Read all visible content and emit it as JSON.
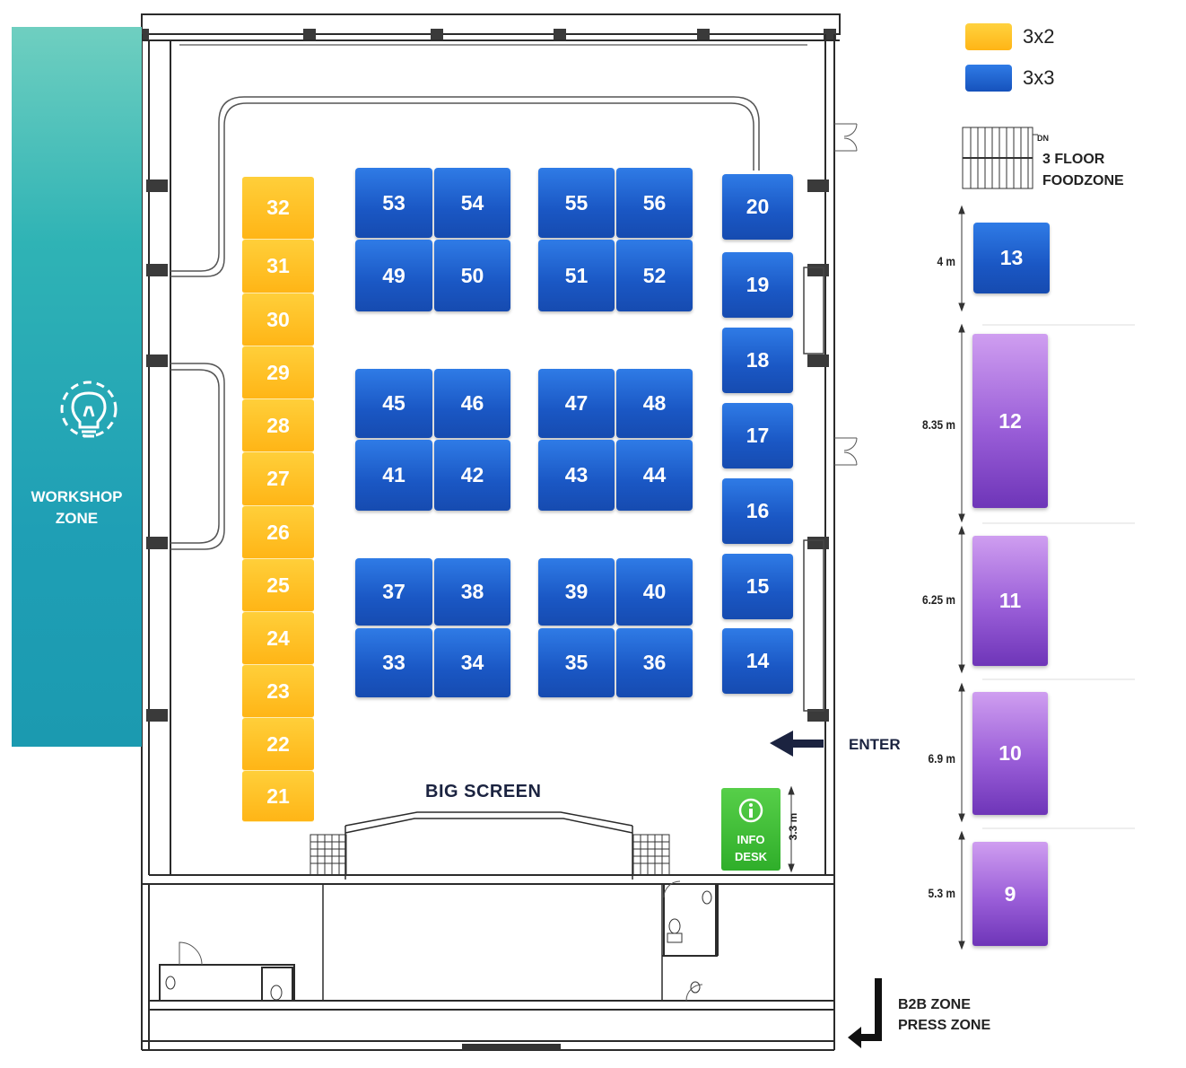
{
  "legend": [
    {
      "label": "3x2",
      "color": "#ffbe1f"
    },
    {
      "label": "3x3",
      "color": "#1f63d2"
    }
  ],
  "stairs": {
    "direction": "DN",
    "label_line1": "3 FLOOR",
    "label_line2": "FOODZONE"
  },
  "workshop": {
    "line1": "WORKSHOP",
    "line2": "ZONE",
    "icon": "lightbulb-gear-icon"
  },
  "big_screen": "BIG SCREEN",
  "enter": "ENTER",
  "info_desk": {
    "icon": "info-icon",
    "line1": "INFO",
    "line2": "DESK",
    "dimension": "3.3 m"
  },
  "exit_zones": {
    "line1": "B2B ZONE",
    "line2": "PRESS ZONE"
  },
  "booths_3x2": [
    "32",
    "31",
    "30",
    "29",
    "28",
    "27",
    "26",
    "25",
    "24",
    "23",
    "22",
    "21"
  ],
  "booths_3x3_grid": [
    [
      "53",
      "54",
      "55",
      "56"
    ],
    [
      "49",
      "50",
      "51",
      "52"
    ],
    [
      "45",
      "46",
      "47",
      "48"
    ],
    [
      "41",
      "42",
      "43",
      "44"
    ],
    [
      "37",
      "38",
      "39",
      "40"
    ],
    [
      "33",
      "34",
      "35",
      "36"
    ]
  ],
  "booths_3x3_column": [
    "20",
    "19",
    "18",
    "17",
    "16",
    "15",
    "14"
  ],
  "large_booths": [
    {
      "number": "13",
      "dimension": "4 m",
      "color": "#1f63d2"
    },
    {
      "number": "12",
      "dimension": "8.35 m",
      "color": "#8b4fd0"
    },
    {
      "number": "11",
      "dimension": "6.25 m",
      "color": "#8b4fd0"
    },
    {
      "number": "10",
      "dimension": "6.9 m",
      "color": "#8b4fd0"
    },
    {
      "number": "9",
      "dimension": "5.3 m",
      "color": "#8b4fd0"
    }
  ]
}
